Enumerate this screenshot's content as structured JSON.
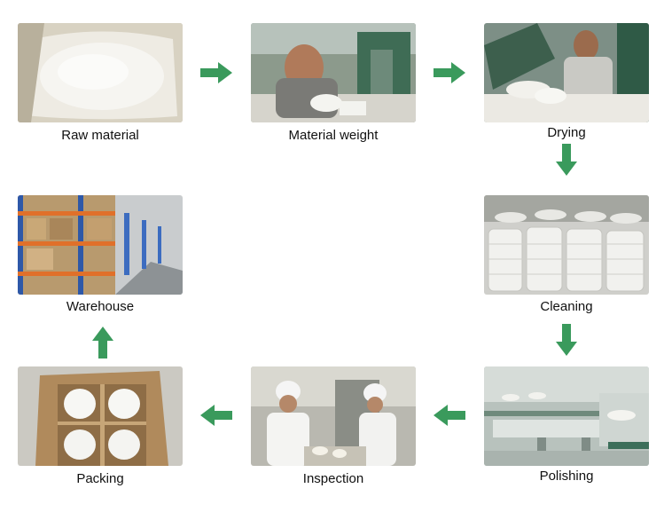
{
  "steps": [
    {
      "label": "Raw material"
    },
    {
      "label": "Material weight"
    },
    {
      "label": "Drying"
    },
    {
      "label": "Cleaning"
    },
    {
      "label": "Polishing"
    },
    {
      "label": "Inspection"
    },
    {
      "label": "Packing"
    },
    {
      "label": "Warehouse"
    }
  ],
  "colors": {
    "arrow": "#3a9a5c"
  }
}
